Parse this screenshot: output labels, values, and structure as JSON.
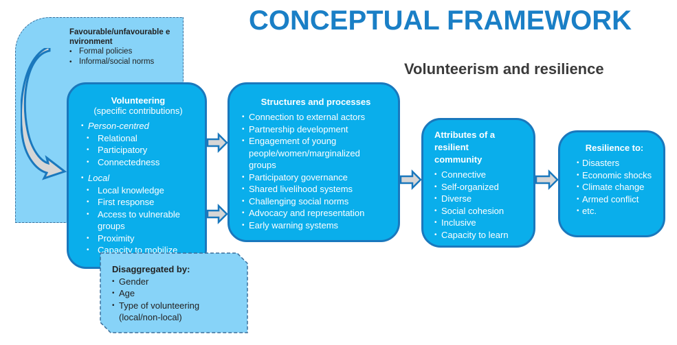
{
  "title": "CONCEPTUAL FRAMEWORK",
  "subtitle": "Volunteerism and resilience",
  "environment": {
    "heading": "Favourable/unfavourable environment",
    "items": [
      "Formal policies",
      "Informal/social norms"
    ]
  },
  "volunteering": {
    "heading": "Volunteering",
    "subheading": "(specific contributions)",
    "groups": [
      {
        "label": "Person-centred",
        "items": [
          "Relational",
          "Participatory",
          "Connectedness"
        ]
      },
      {
        "label": "Local",
        "items": [
          "Local knowledge",
          "First response",
          "Access to vulnerable groups",
          "Proximity",
          "Capacity to mobilize"
        ]
      }
    ]
  },
  "disaggregated": {
    "heading": "Disaggregated by:",
    "items": [
      "Gender",
      "Age",
      "Type of volunteering (local/non-local)"
    ]
  },
  "structures": {
    "heading": "Structures and processes",
    "items": [
      "Connection to external actors",
      "Partnership development",
      "Engagement of young people/women/marginalized groups",
      "Participatory governance",
      "Shared livelihood systems",
      "Challenging social norms",
      "Advocacy and representation",
      "Early warning systems"
    ]
  },
  "attributes": {
    "heading": "Attributes of a resilient community",
    "items": [
      "Connective",
      "Self-organized",
      "Diverse",
      "Social cohesion",
      "Inclusive",
      "Capacity to learn"
    ]
  },
  "resilience": {
    "heading": "Resilience to:",
    "items": [
      "Disasters",
      "Economic shocks",
      "Climate change",
      "Armed conflict",
      "etc."
    ]
  },
  "colors": {
    "title": "#1a7fc6",
    "box_fill": "#0aaeeb",
    "box_border": "#1a78bd",
    "light_fill": "#87d3f8"
  }
}
